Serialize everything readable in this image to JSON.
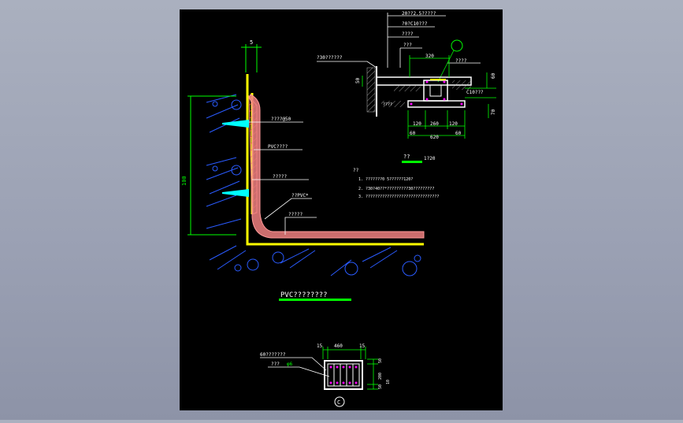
{
  "colors": {
    "canvas": "#000000",
    "outer_bg": "#a4aabb",
    "wall_yellow": "#ffff00",
    "membrane_pink": "#f08080",
    "leader_white": "#ffffff",
    "dim_green": "#00ff00",
    "bolt_cyan": "#00ffff",
    "hatch_blue": "#2a5bff",
    "detail_magenta": "#ff00ff",
    "title_bar_green": "#00ff00"
  },
  "main_detail": {
    "dim_top": "5",
    "dim_height": "100",
    "labels": [
      "????@50",
      "PVC????",
      "?????",
      "??PVC*",
      "?????"
    ],
    "title": "PVC????????"
  },
  "top_right_detail": {
    "labels": [
      "20??2.5?????",
      "?0?C10???",
      "????",
      "???",
      "?30??????",
      "????",
      "C10???",
      "????"
    ],
    "dims": [
      "320",
      "50",
      "60",
      "120",
      "260",
      "120",
      "70",
      "60",
      "620",
      "60"
    ],
    "title": "??",
    "scale": "1?20"
  },
  "notes": {
    "heading": "??",
    "items": [
      "1. ???????0 5??????120?",
      "2. ?30?40??*?????????30?????????",
      "3. ???????????????????????????????"
    ]
  },
  "bottom_detail": {
    "labels": [
      "60???????",
      "???",
      "φ6"
    ],
    "dims": [
      "15",
      "460",
      "15",
      "50",
      "200",
      "50",
      "10"
    ],
    "marker": "C"
  }
}
